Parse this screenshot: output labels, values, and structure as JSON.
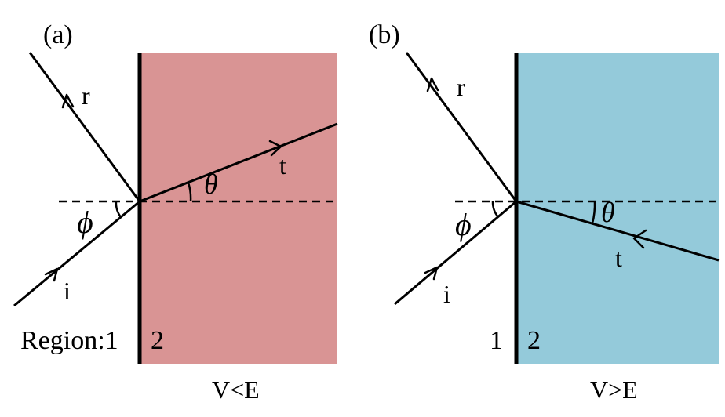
{
  "panels": [
    {
      "tag": "(a)",
      "region_prefix": "Region:",
      "region1": "1",
      "region2": "2",
      "condition": "V<E",
      "reflected": "r",
      "incident": "i",
      "transmitted": "t",
      "phi": "ϕ",
      "theta": "θ",
      "colors": {
        "region2_fill": "#d99494"
      }
    },
    {
      "tag": "(b)",
      "region1": "1",
      "region2": "2",
      "condition": "V>E",
      "reflected": "r",
      "incident": "i",
      "transmitted": "t",
      "phi": "ϕ",
      "theta": "θ",
      "colors": {
        "region2_fill": "#94cada"
      }
    }
  ]
}
